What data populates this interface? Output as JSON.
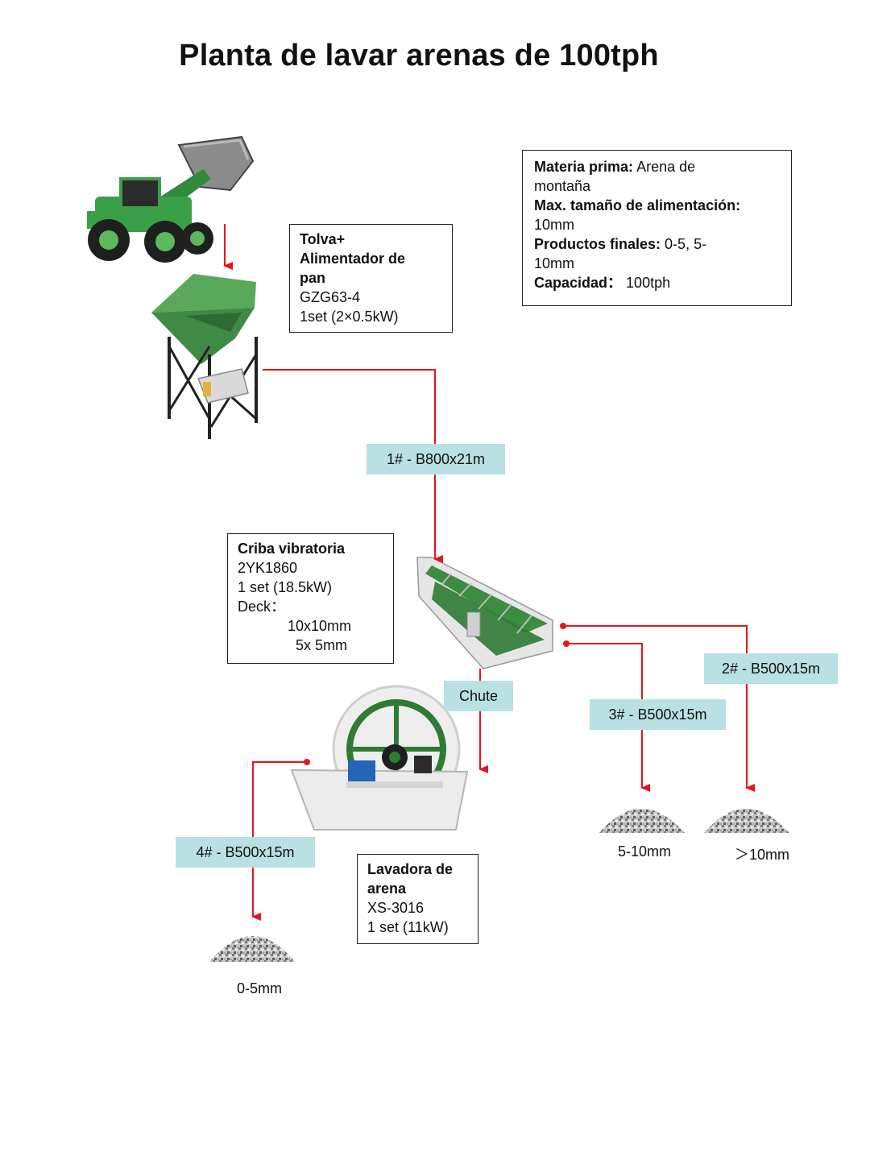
{
  "title": "Planta de lavar arenas de 100tph",
  "info": {
    "raw_material_label": "Materia prima:",
    "raw_material_value_1": "Arena de",
    "raw_material_value_2": "montaña",
    "max_feed_label": "Max. tamaño de alimentación:",
    "max_feed_value": "10mm",
    "final_products_label": "Productos finales:",
    "final_products_value_1": "0-5, 5-",
    "final_products_value_2": "10mm",
    "capacity_label": "Capacidad：",
    "capacity_value": "100tph"
  },
  "hopper": {
    "name_1": "Tolva+",
    "name_2": "Alimentador de",
    "name_3": "pan",
    "model": "GZG63-4",
    "qty": "1set  (2×0.5kW)"
  },
  "screen": {
    "name": "Criba vibratoria",
    "model": "2YK1860",
    "qty": "1 set  (18.5kW)",
    "deck_label": "Deck：",
    "deck_1": "10x10mm",
    "deck_2": "5x 5mm"
  },
  "washer": {
    "name_1": "Lavadora de",
    "name_2": "arena",
    "model": "XS-3016",
    "qty": "1 set  (11kW)"
  },
  "conveyors": {
    "c1": "1# - B800x21m",
    "c2": "2# - B500x15m",
    "c3": "3# - B500x15m",
    "c4": "4# - B500x15m",
    "chute": "Chute"
  },
  "products": {
    "p1": "0-5mm",
    "p2": "5-10mm",
    "p3": "＞10mm"
  },
  "colors": {
    "flow_line": "#e8141b",
    "tag_bg": "#b9e0e2",
    "machine_green": "#3f8a44"
  }
}
